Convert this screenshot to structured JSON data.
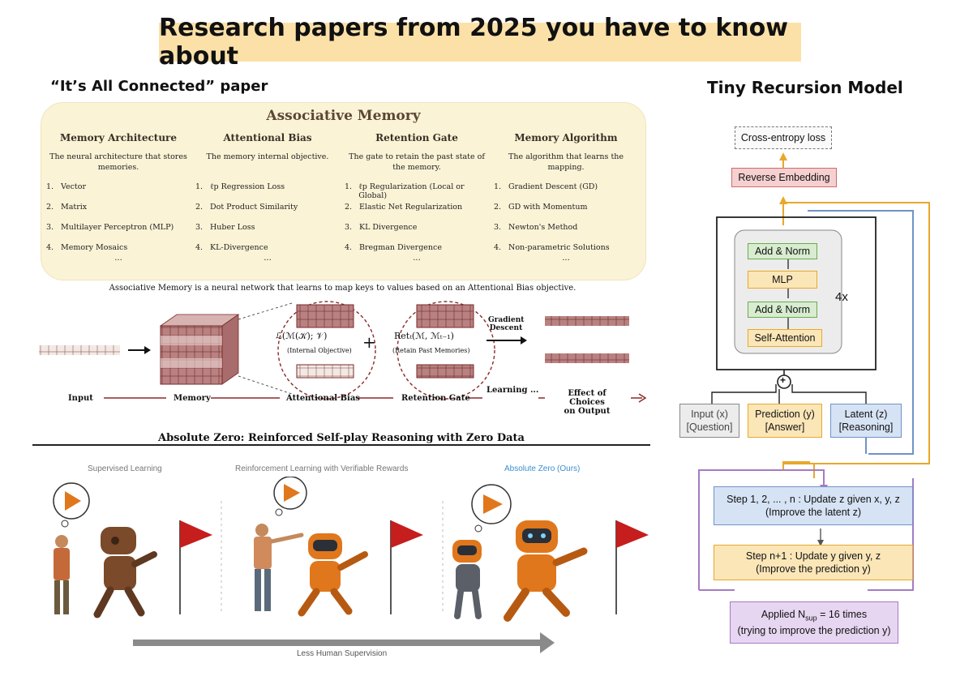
{
  "header": {
    "title": "Research papers from 2025 you have to know about"
  },
  "left_paper": {
    "title": "“It’s All Connected” paper",
    "panel_title": "Associative Memory",
    "columns": [
      {
        "heading": "Memory Architecture",
        "desc": "The neural architecture that stores memories.",
        "items": [
          "Vector",
          "Matrix",
          "Multilayer Perceptron (MLP)",
          "Memory Mosaics"
        ]
      },
      {
        "heading": "Attentional Bias",
        "desc": "The memory internal objective.",
        "items": [
          "ℓp Regression Loss",
          "Dot Product Similarity",
          "Huber Loss",
          "KL-Divergence"
        ]
      },
      {
        "heading": "Retention Gate",
        "desc": "The gate to retain the past state of the memory.",
        "items": [
          "ℓp Regularization (Local or Global)",
          "Elastic Net Regularization",
          "KL Divergence",
          "Bregman Divergence"
        ]
      },
      {
        "heading": "Memory Algorithm",
        "desc": "The algorithm that learns the mapping.",
        "items": [
          "Gradient Descent (GD)",
          "GD with Momentum",
          "Newton's Method",
          "Non-parametric Solutions"
        ]
      }
    ],
    "ellipsis": "...",
    "caption": "Associative Memory is a neural network that learns to map keys to values based on an Attentional Bias objective.",
    "loss_formula": "ℒ(ℳ(𝒦); 𝒱)",
    "loss_label": "(Internal Objective)",
    "ret_formula": "Retₜ(ℳ, ℳₜ₋₁)",
    "ret_label": "(Retain Past Memories)",
    "plus": "+",
    "gd_label_1": "Gradient",
    "gd_label_2": "Descent",
    "flow": {
      "input": "Input",
      "memory": "Memory",
      "attentional_bias": "Attentional Bias",
      "retention_gate": "Retention Gate",
      "learning": "Learning ...",
      "effect_1": "Effect of Choices",
      "effect_2": "on Output"
    }
  },
  "absolute_zero": {
    "title": "Absolute Zero: Reinforced Self-play Reasoning with Zero Data",
    "panels": [
      "Supervised Learning",
      "Reinforcement Learning with Verifiable Rewards",
      "Absolute Zero (Ours)"
    ],
    "arrow_label": "Less Human Supervision"
  },
  "trm": {
    "title": "Tiny Recursion Model",
    "cross_entropy": "Cross-entropy loss",
    "reverse_embedding": "Reverse Embedding",
    "block": [
      "Add & Norm",
      "MLP",
      "Add & Norm",
      "Self-Attention"
    ],
    "repeat": "4x",
    "plus": "+",
    "inputs": [
      {
        "l1": "Input (x)",
        "l2": "[Question]"
      },
      {
        "l1": "Prediction (y)",
        "l2": "[Answer]"
      },
      {
        "l1": "Latent (z)",
        "l2": "[Reasoning]"
      }
    ],
    "step1_l1": "Step 1, 2, ... , n : Update z given x, y, z",
    "step1_l2": "(Improve the latent z)",
    "step2_l1": "Step n+1 : Update y given y, z",
    "step2_l2": "(Improve the prediction y)",
    "applied_pre": "Applied N",
    "applied_sub": "sup",
    "applied_post": " = 16 times",
    "applied_l2": "(trying to improve the prediction y)"
  },
  "colors": {
    "title_bg": "#fbe1a8",
    "panel_bg": "#fbf3d6",
    "memory_red": "#7a2a2a",
    "trm_orange": "#e8a82a",
    "trm_blue": "#6f93c6",
    "trm_purple": "#a57bc5",
    "robot_orange": "#e0771c",
    "flag_red": "#c61d1d",
    "az_blue": "#3b8fd0"
  }
}
